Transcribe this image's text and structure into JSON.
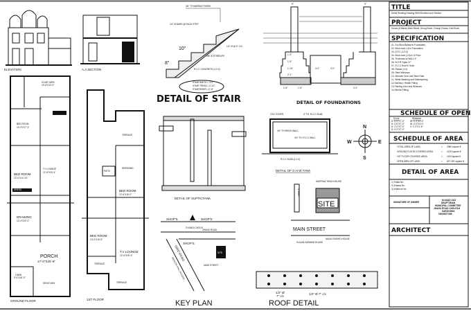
{
  "drawings": {
    "elevation": "ELEVATION",
    "section": "A.A SECTION",
    "stair": {
      "title": "DETAIL OF STAIR",
      "marble": "3/4\" TH MARBLE FINISH",
      "bars": "1/2\" Ø BARS @ EACH STEP",
      "tread": "10\"",
      "riser": "8\"",
      "main_bar": "1/2\" Ø @ 5\" C/C",
      "stirrups": "3/8\" Ø STIRRUPS",
      "concrete": "R.C.C CONCRETE (1:2:4)",
      "notes": [
        "STAIR WIDTH = 3'-0\"",
        "STAIR TREAD = 0'-10\"",
        "STAIR RISER = 0'-8\""
      ]
    },
    "foundation": {
      "title": "DETAIL OF FOUNDATIONS",
      "wall": "9\"",
      "steps": [
        "1'-3\"",
        "1'-6\"",
        "1'-10\"",
        "2'-2\""
      ],
      "base": [
        "1'-6\"",
        "1'-6\"",
        "3'-0\""
      ],
      "depths": [
        "3'-0\"",
        "3'-0\""
      ]
    },
    "septic": "DETAIL OF SUPTICTANK",
    "ohw": {
      "title": "DETAIL OF O.H.W TANK",
      "cover": "2'X2' COVER",
      "slab": "4\" TH. R.C.C SLAB",
      "brick": "4½\" TH BRICK WALL",
      "rcc_wall": "4½\" TH. R.C.C WALL",
      "base": "R.C.C SLAB (1:2:4)"
    },
    "compass": {
      "n": "N",
      "s": "S",
      "e": "E",
      "w": "W"
    },
    "site": {
      "north_house": "SARFRAZ SHAH HOUSE",
      "street": "STREET",
      "site": "SITE",
      "main_street": "MAIN STREET",
      "malik": "MALIK RASHID HOUSE",
      "gulam": "GULAM SARWAR HOUSE"
    },
    "key_plan": {
      "title": "KEY PLAN",
      "shops_l": "SHOP'S",
      "shops_r": "SHOP'S",
      "shops_c": "SHOP'S",
      "chowk": "CHUNGI CHOCK",
      "jhung": "JHUNG ROAD",
      "grid": "GRID ROAD",
      "school": "BEACON HALL SCHOOL",
      "main_street": "MAIN STREET",
      "site": "SITE"
    },
    "roof": {
      "title": "ROOF DETAIL",
      "bar1": "1/2\" Ø",
      "bar1b": "7\" c/c",
      "bar2": "1/2\" Ø 7\" c/c"
    }
  },
  "ground_floor": {
    "label": "GROUND FLOOR",
    "rooms": [
      {
        "name": "COUR YARD",
        "size": "19'-6\"X10'-0\""
      },
      {
        "name": "BED ROOM",
        "size": "13'-0\"X17'-3\""
      },
      {
        "name": "BED ROOM",
        "size": "13'-0\"X14'-10\""
      },
      {
        "name": "T.V LOUNGE",
        "size": "12'-6\"X24'-4\""
      },
      {
        "name": "DRAWING",
        "size": "13'-0\"X22'-0\""
      },
      {
        "name": "PORCH",
        "size": "17'-0\"X25'-6\""
      },
      {
        "name": "DRESS",
        "size": ""
      },
      {
        "name": "LAWN",
        "size": "9'-6\"X16'-0\""
      },
      {
        "name": "DRIVE WAY",
        "size": ""
      }
    ]
  },
  "first_floor": {
    "label": "1ST FLOOR",
    "rooms": [
      {
        "name": "TERRACE",
        "size": ""
      },
      {
        "name": "BED ROOM",
        "size": "12'-6\"X16'-0\""
      },
      {
        "name": "BED ROOM",
        "size": "13'-0\"X15'-8\""
      },
      {
        "name": "T.V LOUNGE",
        "size": "12'-6\"X26'-4\""
      },
      {
        "name": "TERRACE",
        "size": ""
      },
      {
        "name": "TERRACE",
        "size": ""
      },
      {
        "name": "DRESSING",
        "size": ""
      },
      {
        "name": "PATIO",
        "size": ""
      }
    ]
  },
  "title_block": {
    "title_h": "TITLE",
    "title_text": "Detail Working Drawing With Elevation and Section",
    "project_h": "PROJECT",
    "project_text": "House (5 Marla) Main Street, Jhung Road, Chungi Chowk, Grid Road",
    "spec_h": "SPECIFICATION",
    "specs": [
      "01- Dry Brick Ballast in Foundation",
      "02- Brick work 1:6 in Foundation",
      "03- D.P.C (1:2:4)",
      "04- Brick work (1:6) in G.Floor",
      "05- Thickness of WALL 9\"",
      "06- B.G.R Vigas 12\"",
      "07- R.C.C Roof 6\" thick",
      "08- Plaster (1:4)",
      "09- Steel Windows",
      "10- Wooden Door and Steel Gate",
      "11- White Washing and Distempering",
      "12-Sanitary / Health Fitting",
      "13-Painting Door and Windows",
      "14-Electric Fitting"
    ],
    "opening_h": "SCHEDULE OF OPENING",
    "opening_cols": [
      "Doors",
      "Windows"
    ],
    "opening_rows": [
      [
        "D: 3'-0\"X7'-0\"",
        "W: 4'-0\"X4'-0\""
      ],
      [
        "D: 2'-6\"X7'-0\"",
        "W: 3'-0\"X4'-0\""
      ],
      [
        "D: 2'-0\"X7'-0\"",
        "V: 2'-0\"X1'-6\""
      ],
      [
        "D: 4'-0\"X7'-0\"",
        ""
      ]
    ],
    "area_h": "SCHEDULE OF AREA",
    "areas": [
      [
        "TOTAL AREA OF LAND",
        "=",
        "2080 square ft"
      ],
      [
        "GROUND FLOOR COVERED AREA",
        "=",
        "2120 square ft"
      ],
      [
        "1ST FLOOR COVERED AREA",
        "=",
        "1100 square ft"
      ],
      [
        "OPEN AREA OF LAND",
        "=",
        "527.491 square ft"
      ]
    ],
    "detail_h": "DETAIL OF AREA",
    "details": [
      "1) Khata No:",
      "2) Khasra No:",
      "3) Khatooni No:"
    ],
    "signature": "SIGNATURE OF OWNER",
    "draftsman": [
      "M.ASAD IJAZ",
      "DRAFTSMAN",
      "MUNICIPAL COMMITTEE",
      "JHANG ROAD CHOUTAH",
      "SARGODHA",
      "03006877486"
    ],
    "architect_h": "ARCHITECT"
  }
}
